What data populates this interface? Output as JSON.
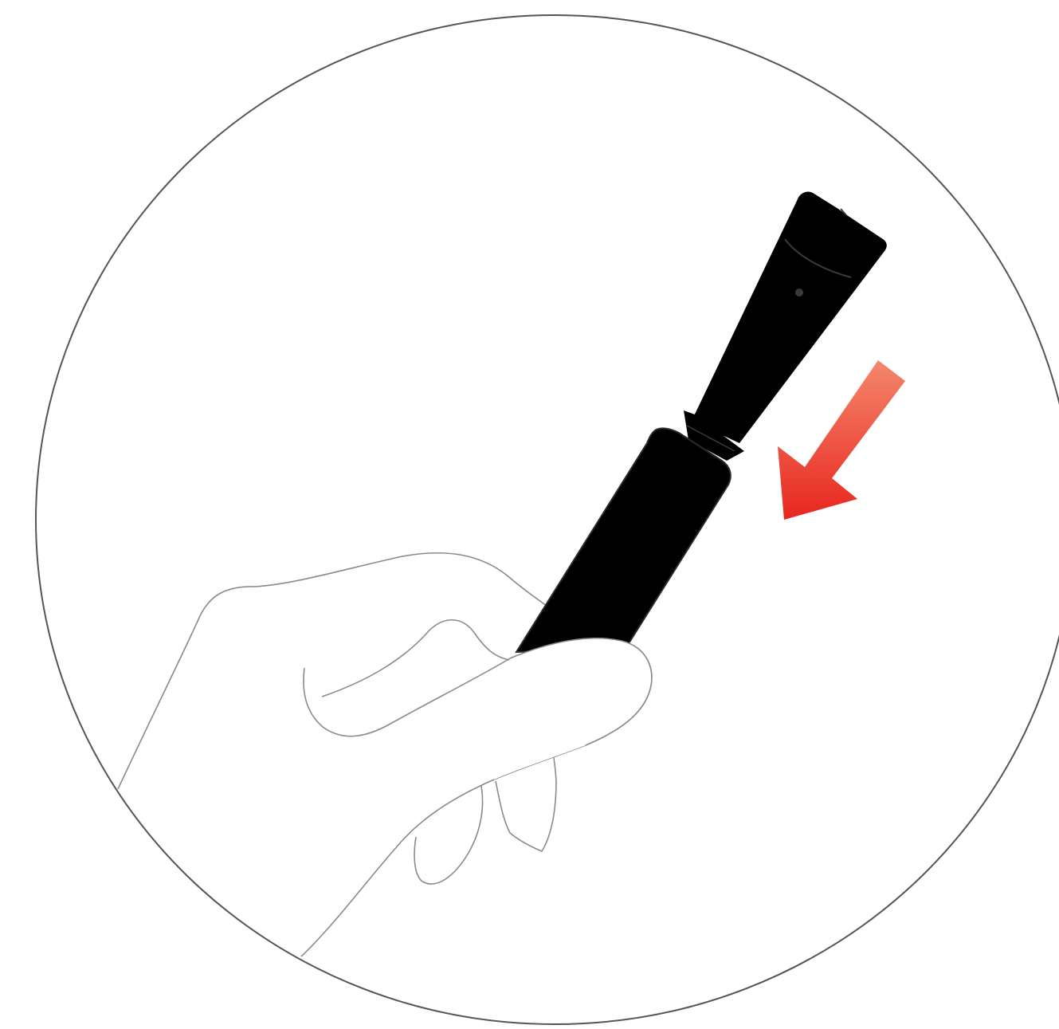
{
  "illustration": {
    "colors": {
      "background": "#ffffff",
      "frame_stroke": "#555555",
      "hand_stroke": "#8a8a8a",
      "device_fill": "#000000",
      "device_edge": "#2b2b2b",
      "device_detail": "#3a3a3a",
      "arrow_top": "#f4876c",
      "arrow_bottom": "#e8261f"
    },
    "icons": [
      "circle-frame",
      "hand-outline",
      "device-body",
      "device-cap",
      "direction-arrow"
    ]
  }
}
